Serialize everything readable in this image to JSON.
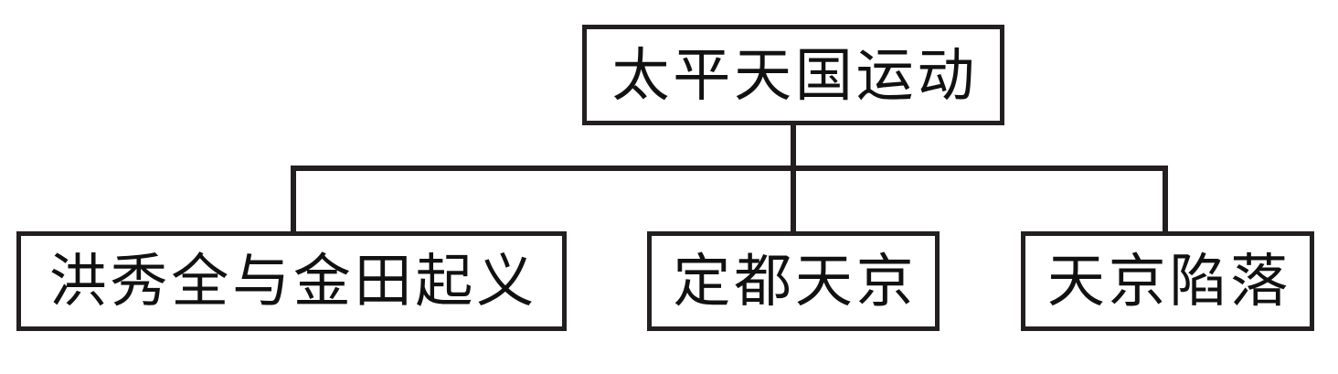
{
  "diagram": {
    "type": "tree-hierarchy",
    "orientation": "top-down",
    "title": "太平天国运动",
    "line_color": "#231f20",
    "text_color": "#111111",
    "background_color": "#ffffff",
    "root": {
      "label": "太平天国运动"
    },
    "children": [
      {
        "label": "洪秀全与金田起义"
      },
      {
        "label": "定都天京"
      },
      {
        "label": "天京陷落"
      }
    ],
    "connectors": [
      {
        "name": "root-to-bar-stem",
        "kind": "vertical"
      },
      {
        "name": "distribution-bar",
        "kind": "horizontal"
      },
      {
        "name": "bar-to-left-child",
        "kind": "vertical"
      },
      {
        "name": "bar-to-right-child",
        "kind": "vertical"
      }
    ]
  }
}
